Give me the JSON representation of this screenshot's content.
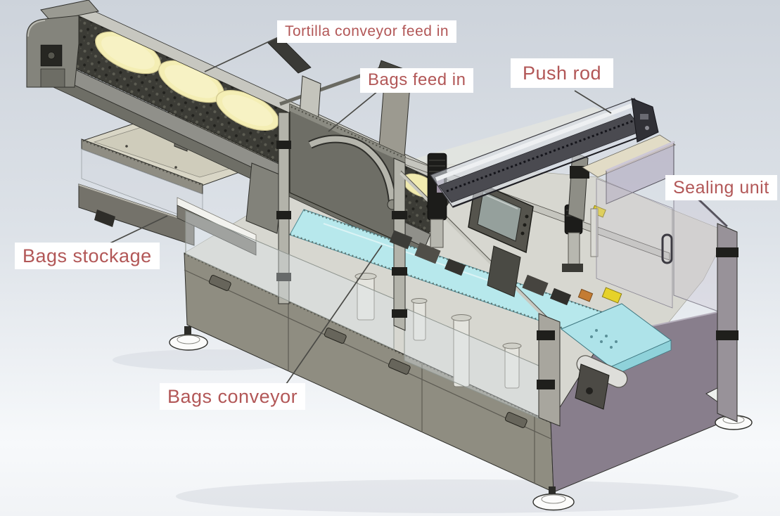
{
  "scene": {
    "description": "3D CAD isometric render of a tortilla bagging and packaging machine with annotated components",
    "style": "SolidWorks-like CAD screenshot on blue-gray gradient background"
  },
  "labels": [
    {
      "id": "tortilla-conveyor-feed-in",
      "text": "Tortilla conveyor feed in"
    },
    {
      "id": "bags-feed-in",
      "text": "Bags feed in"
    },
    {
      "id": "push-rod",
      "text": "Push rod"
    },
    {
      "id": "sealing-unit",
      "text": "Sealing unit"
    },
    {
      "id": "bags-stockage",
      "text": "Bags stockage"
    },
    {
      "id": "bags-conveyor",
      "text": "Bags conveyor"
    }
  ],
  "annotation_style": {
    "text_color": "#b25757",
    "background_color": "#ffffff",
    "leader_color": "#4a4a46"
  },
  "colors": {
    "background_top": "#cdd3db",
    "background_bottom": "#f7f9fb",
    "tortilla": "#f4eeb4",
    "conveyor_belt": "#3c3c36",
    "machine_gray": "#8f8d81",
    "machine_dark": "#6e6e66",
    "side_panel_purple": "#887e8c",
    "bags_conveyor_cyan": "#b7e8ec",
    "accent_yellow": "#e6d22a",
    "accent_orange": "#c47c33"
  }
}
